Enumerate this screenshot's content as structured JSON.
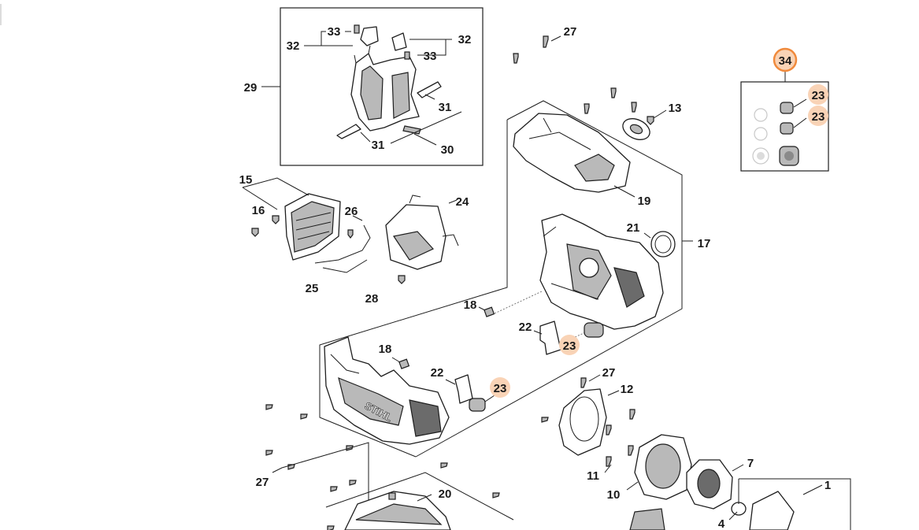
{
  "labels": {
    "n1": "1",
    "n4": "4",
    "n7": "7",
    "n10": "10",
    "n11": "11",
    "n12": "12",
    "n13": "13",
    "n15": "15",
    "n16": "16",
    "n17": "17",
    "n18a": "18",
    "n18b": "18",
    "n19": "19",
    "n20": "20",
    "n21": "21",
    "n22a": "22",
    "n22b": "22",
    "n23a": "23",
    "n23b": "23",
    "n23c": "23",
    "n23d": "23",
    "n24": "24",
    "n25": "25",
    "n26": "26",
    "n27a": "27",
    "n27b": "27",
    "n27c": "27",
    "n28": "28",
    "n29": "29",
    "n30": "30",
    "n31a": "31",
    "n31b": "31",
    "n32a": "32",
    "n32b": "32",
    "n33a": "33",
    "n33b": "33",
    "n34": "34"
  },
  "logo_text": "STIHL",
  "colors": {
    "highlight_fill": "#f9d3b6",
    "highlight_ring": "#f08a3c",
    "line": "#1e1e1e"
  }
}
